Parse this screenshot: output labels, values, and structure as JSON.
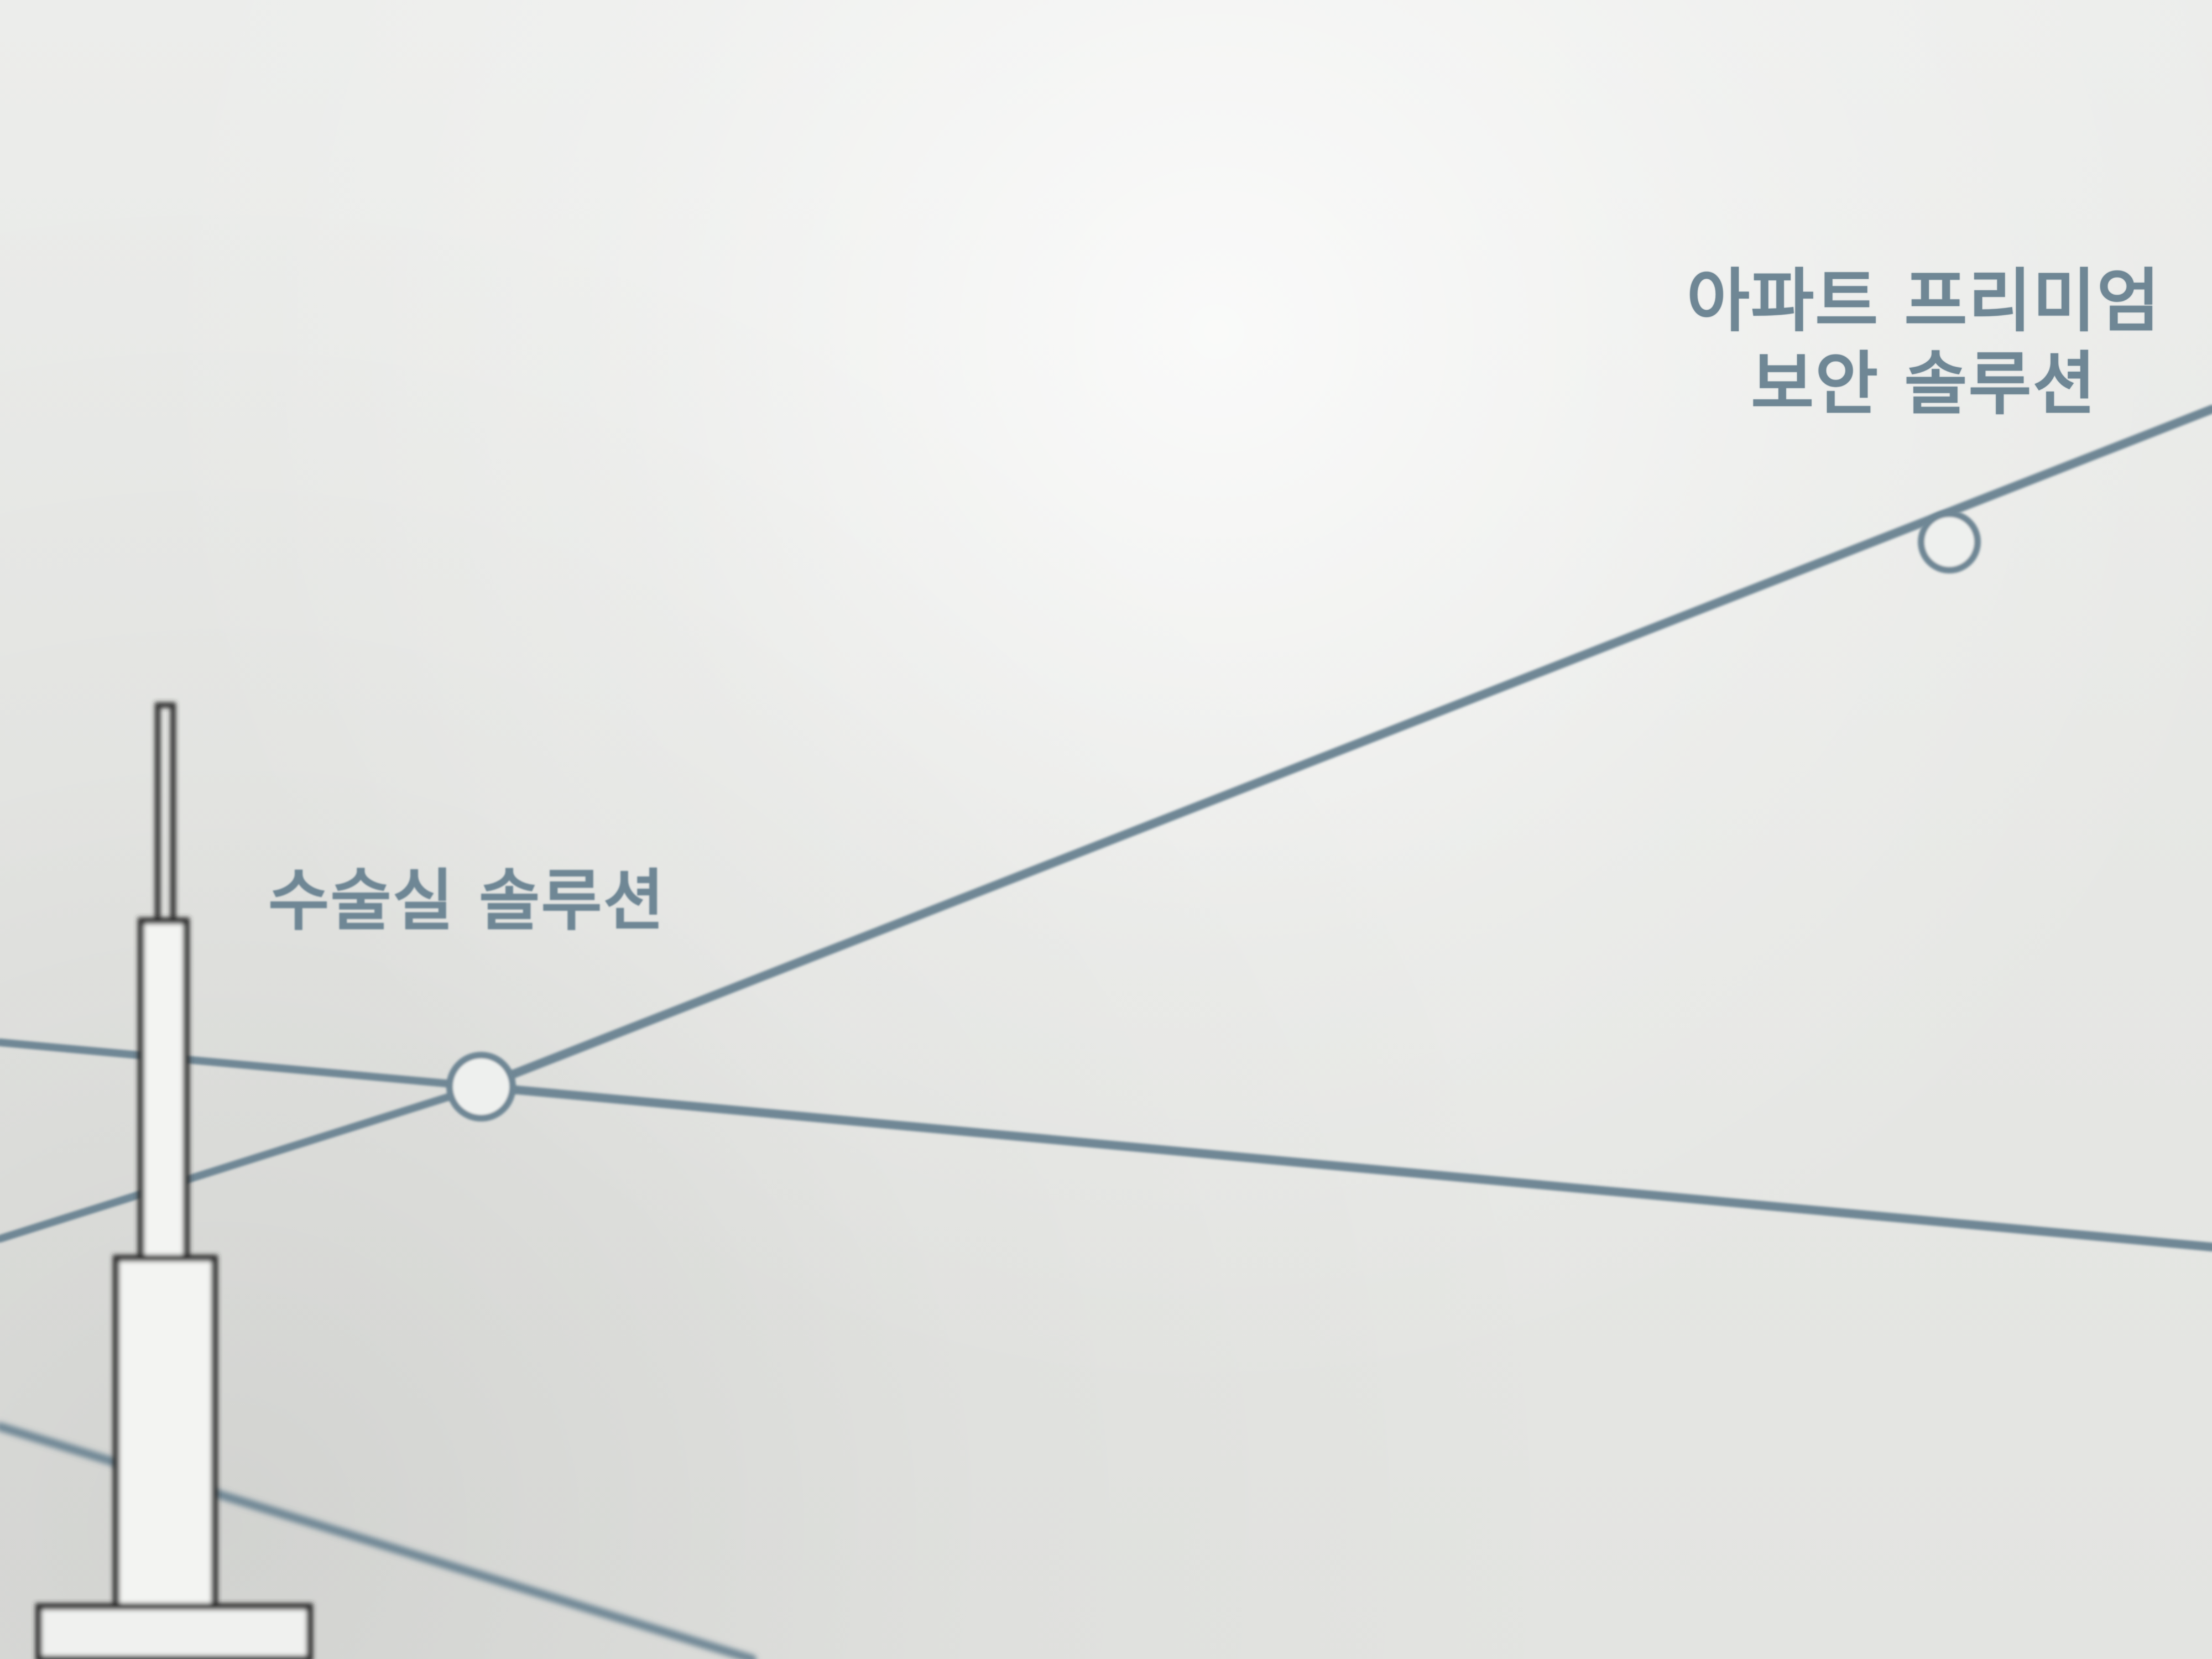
{
  "diagram": {
    "nodes": [
      {
        "id": "surgery",
        "label_lines": [
          "수술실 솔루션"
        ]
      },
      {
        "id": "apartment",
        "label_lines": [
          "아파트 프리미엄",
          "보안 솔루션"
        ]
      }
    ],
    "colors": {
      "line": "#6f8795",
      "node_fill": "#eef0ee",
      "tower": "#2f2f2f"
    }
  }
}
